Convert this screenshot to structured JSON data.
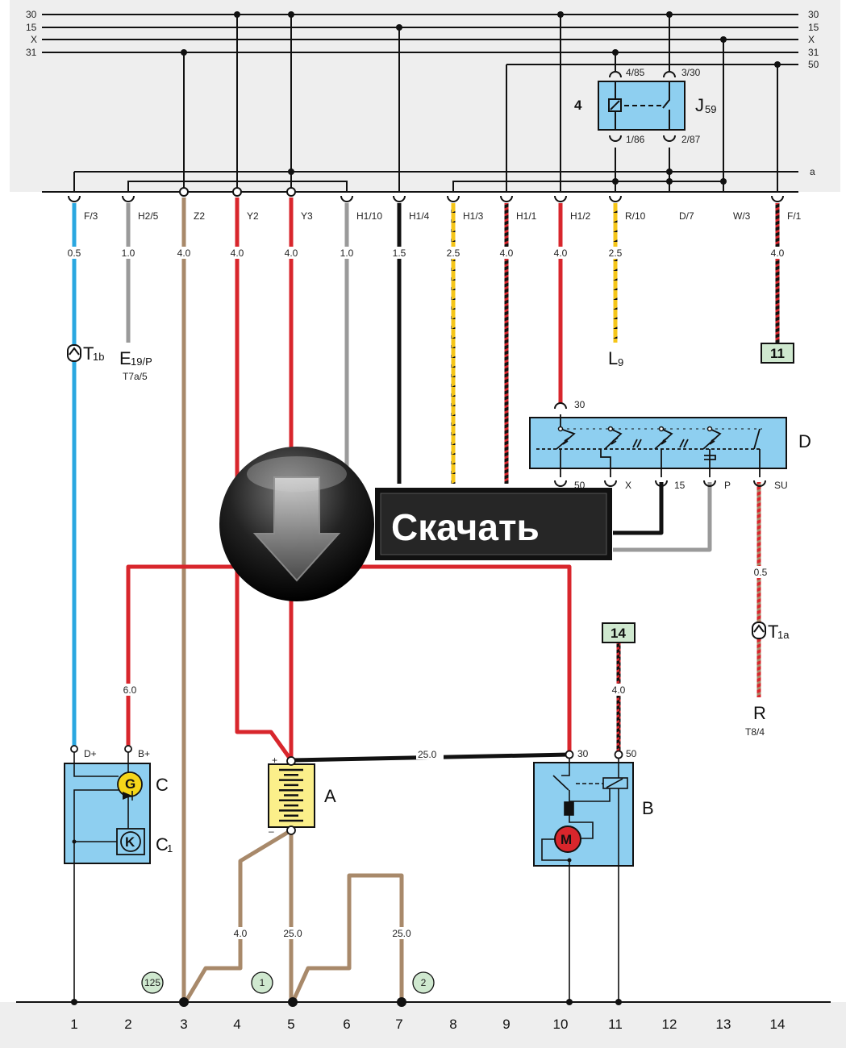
{
  "rails": [
    {
      "label": "30"
    },
    {
      "label": "15"
    },
    {
      "label": "X"
    },
    {
      "label": "31"
    },
    {
      "label": "50"
    },
    {
      "label": "a"
    }
  ],
  "relay": {
    "number": "4",
    "name": "J",
    "name_sub": "59",
    "pins": {
      "p1": "4/85",
      "p2": "3/30",
      "p3": "1/86",
      "p4": "2/87"
    }
  },
  "connectors": [
    {
      "pin": "F/3",
      "section": "0.5"
    },
    {
      "pin": "H2/5",
      "section": "1.0"
    },
    {
      "pin": "Z2",
      "section": "4.0"
    },
    {
      "pin": "Y2",
      "section": "4.0"
    },
    {
      "pin": "Y3",
      "section": "4.0"
    },
    {
      "pin": "H1/10",
      "section": "1.0"
    },
    {
      "pin": "H1/4",
      "section": "1.5"
    },
    {
      "pin": "H1/3",
      "section": "2.5"
    },
    {
      "pin": "H1/1",
      "section": "4.0"
    },
    {
      "pin": "H1/2",
      "section": "4.0"
    },
    {
      "pin": "R/10",
      "section": "2.5"
    },
    {
      "pin": "D/7",
      "section": ""
    },
    {
      "pin": "W/3",
      "section": ""
    },
    {
      "pin": "F/1",
      "section": "4.0"
    }
  ],
  "references": {
    "t1b": {
      "name": "T",
      "sub": "1b"
    },
    "e19": {
      "name": "E",
      "sub": "19/P",
      "extra": "T7a/5"
    },
    "l9": {
      "name": "L",
      "sub": "9"
    },
    "ref11": "11",
    "ref14": "14",
    "t1a": {
      "name": "T",
      "sub": "1a"
    },
    "r": {
      "name": "R",
      "extra": "T8/4"
    }
  },
  "switch_d": {
    "label": "D",
    "pin_in": "30",
    "pins": [
      "50",
      "X",
      "15",
      "P",
      "SU"
    ],
    "su_section": "0.5"
  },
  "generator": {
    "label": "C",
    "regulator": "C",
    "regulator_sub": "1",
    "pin_dplus": "D+",
    "pin_bplus": "B+",
    "g": "G",
    "k": "K",
    "wire_section": "6.0"
  },
  "battery": {
    "label": "A",
    "plus": "+",
    "minus": "–"
  },
  "starter": {
    "label": "B",
    "pin30": "30",
    "pin50": "50",
    "m": "M",
    "wire_section": "4.0"
  },
  "battery_cable": "25.0",
  "ground_sections": [
    "4.0",
    "25.0",
    "25.0"
  ],
  "ground_points": [
    "125",
    "1",
    "2"
  ],
  "columns": [
    "1",
    "2",
    "3",
    "4",
    "5",
    "6",
    "7",
    "8",
    "9",
    "10",
    "11",
    "12",
    "13",
    "14"
  ],
  "watermark": {
    "text": "Скачать"
  },
  "colors": {
    "red": "#d8262c",
    "brown": "#a8896a",
    "blue": "#2aa7e0",
    "grey": "#9a9a9a",
    "black": "#111111",
    "yellow": "#f5c518",
    "panel": "#eeeeee",
    "box": "#8ecff0",
    "battery": "#fbef8a",
    "ref": "#cfe8cf"
  }
}
